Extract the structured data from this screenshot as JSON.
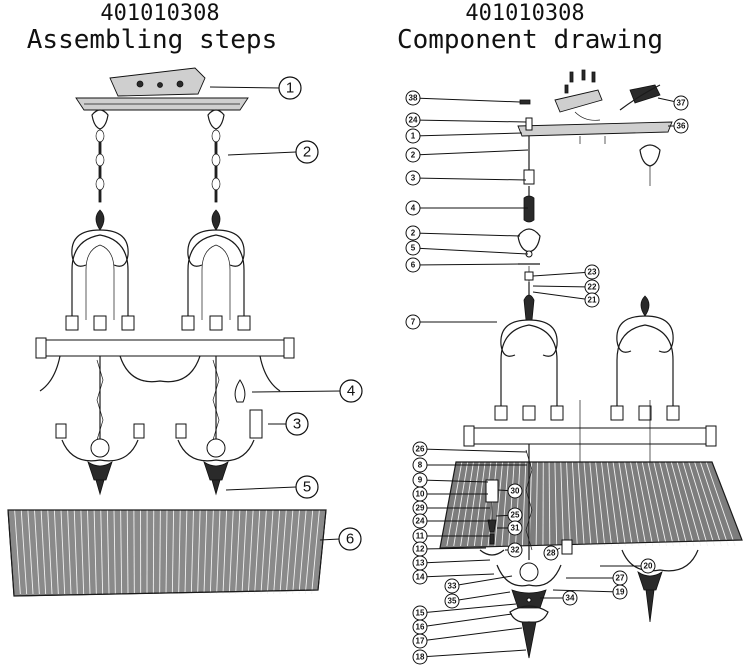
{
  "left_panel": {
    "model": "401010308",
    "title": "Assembling steps",
    "callouts": [
      "1",
      "2",
      "3",
      "4",
      "5",
      "6"
    ]
  },
  "right_panel": {
    "model": "401010308",
    "title": "Component drawing",
    "callouts": [
      "38",
      "24",
      "1",
      "2",
      "3",
      "4",
      "2",
      "5",
      "6",
      "7",
      "26",
      "8",
      "9",
      "10",
      "29",
      "24",
      "11",
      "12",
      "13",
      "14",
      "33",
      "35",
      "15",
      "16",
      "17",
      "18",
      "23",
      "22",
      "21",
      "36",
      "37",
      "30",
      "25",
      "31",
      "32",
      "28",
      "20",
      "27",
      "19",
      "34"
    ]
  }
}
